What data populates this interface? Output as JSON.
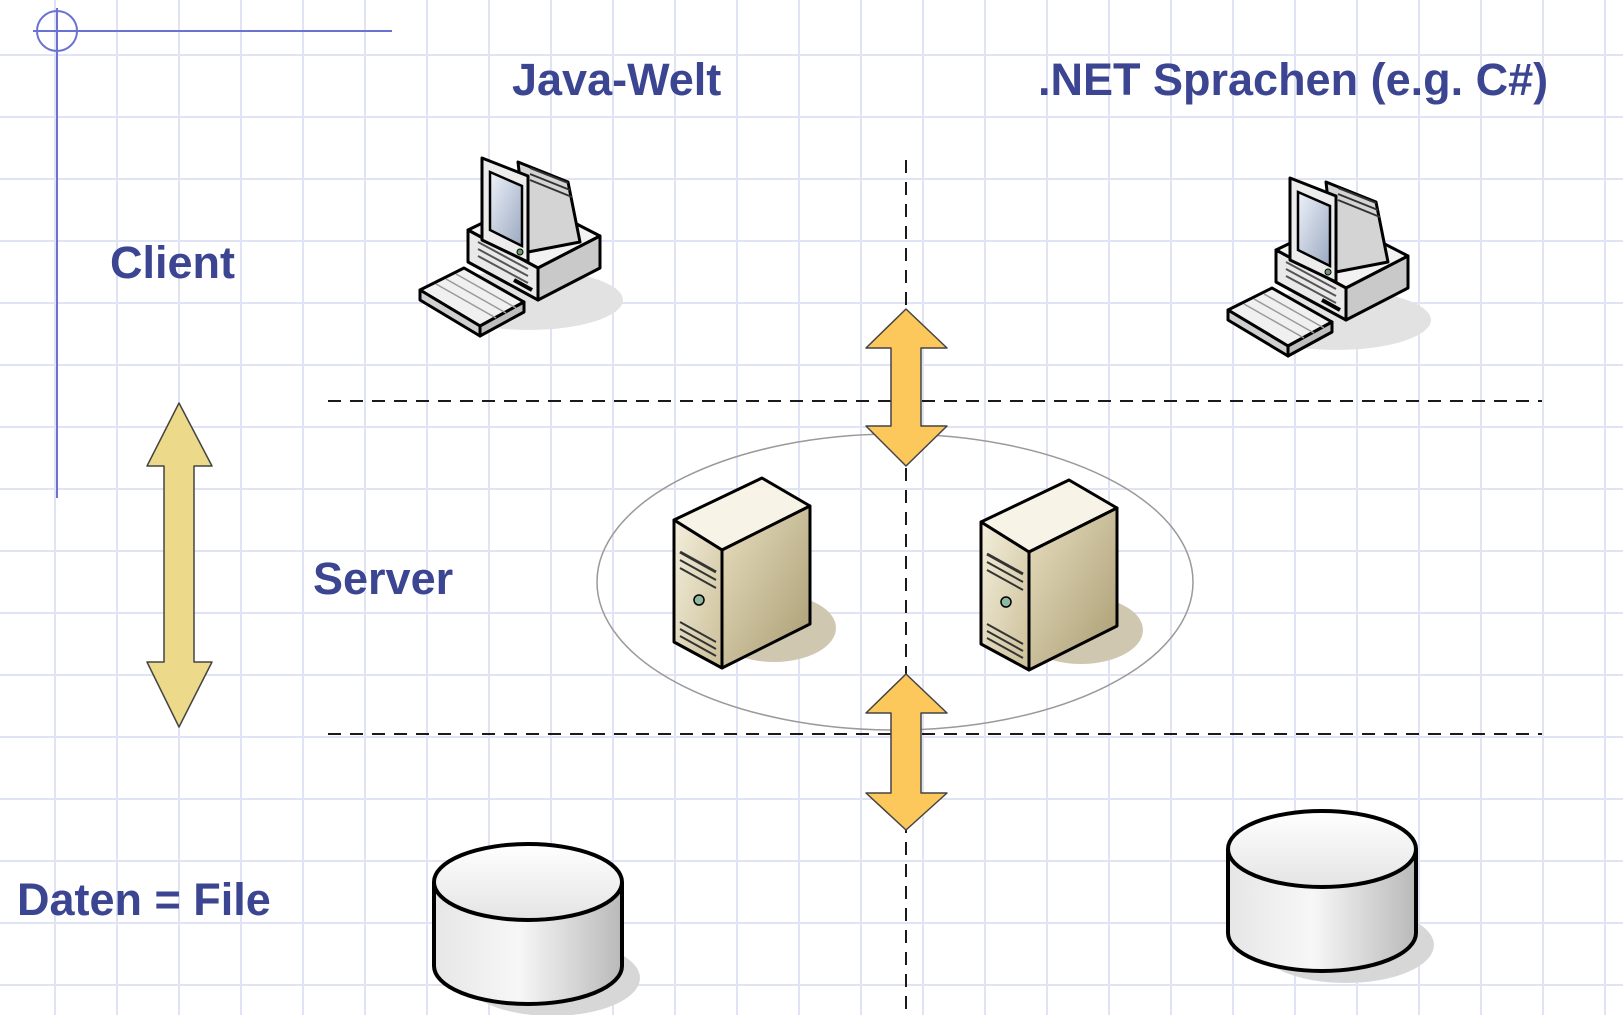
{
  "columns": {
    "java": "Java-Welt",
    "dotnet": ".NET Sprachen (e.g. C#)"
  },
  "tiers": {
    "client": "Client",
    "server": "Server",
    "data": "Daten = File"
  },
  "colors": {
    "text": "#3b4591",
    "arrow_gold": "#fcc85c",
    "arrow_khaki": "#ecd98a",
    "decoration": "#6a73d2",
    "dashed_line": "#1a1a1a"
  }
}
